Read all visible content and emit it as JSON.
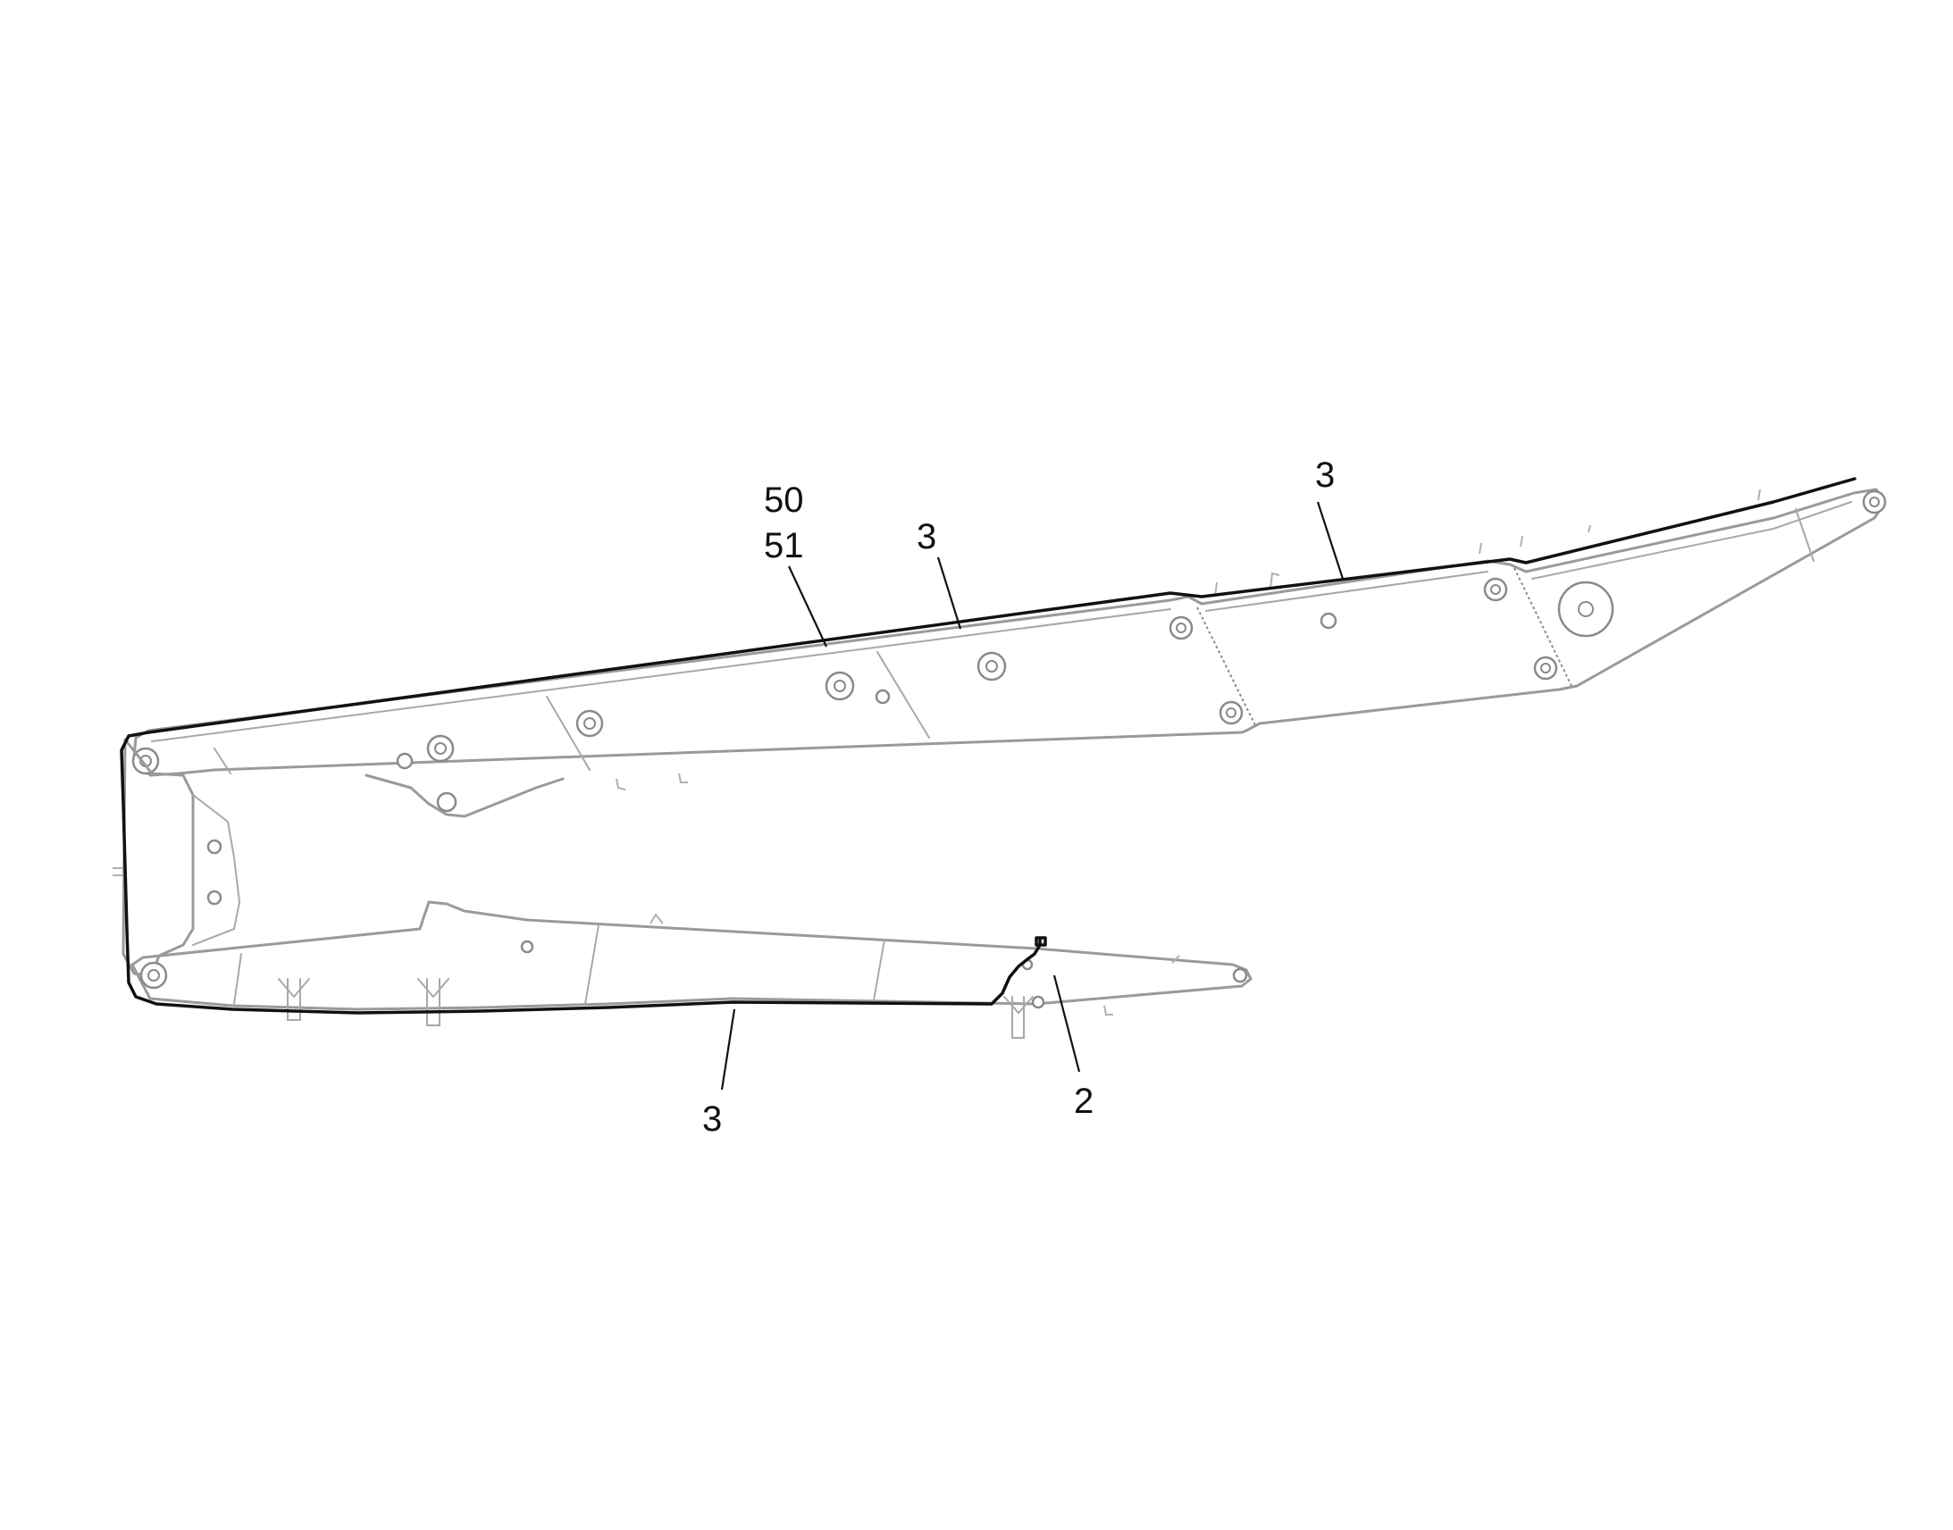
{
  "callouts": [
    {
      "id": "c50",
      "text": "50"
    },
    {
      "id": "c51",
      "text": "51"
    },
    {
      "id": "c3a",
      "text": "3"
    },
    {
      "id": "c3b",
      "text": "3"
    },
    {
      "id": "c3c",
      "text": "3"
    },
    {
      "id": "c2",
      "text": "2"
    }
  ],
  "colors": {
    "part_outline": "#9a9a9a",
    "hose": "#111111",
    "background": "#ffffff"
  }
}
